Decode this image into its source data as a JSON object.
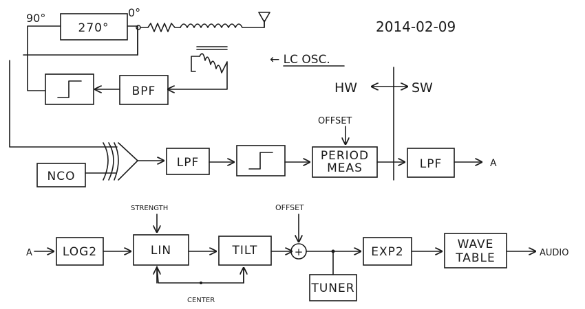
{
  "date": "2014-02-09",
  "oscillator": {
    "phase_in": "90°",
    "phase_block": "270°",
    "phase_out": "0°",
    "note": "← LC OSC.",
    "bpf": "BPF"
  },
  "domains": {
    "hw": "HW",
    "sw": "SW"
  },
  "chain1": {
    "nco": "NCO",
    "lpf1": "LPF",
    "offset": "OFFSET",
    "period_line1": "PERIOD",
    "period_line2": "MEAS",
    "lpf2": "LPF",
    "out": "A"
  },
  "chain2": {
    "in": "A",
    "log2": "LOG2",
    "strength": "STRENGTH",
    "lin": "LIN",
    "tilt": "TILT",
    "center": "CENTER",
    "offset": "OFFSET",
    "plus": "+",
    "tuner": "TUNER",
    "exp2": "EXP2",
    "wave_line1": "WAVE",
    "wave_line2": "TABLE",
    "audio": "AUDIO"
  }
}
